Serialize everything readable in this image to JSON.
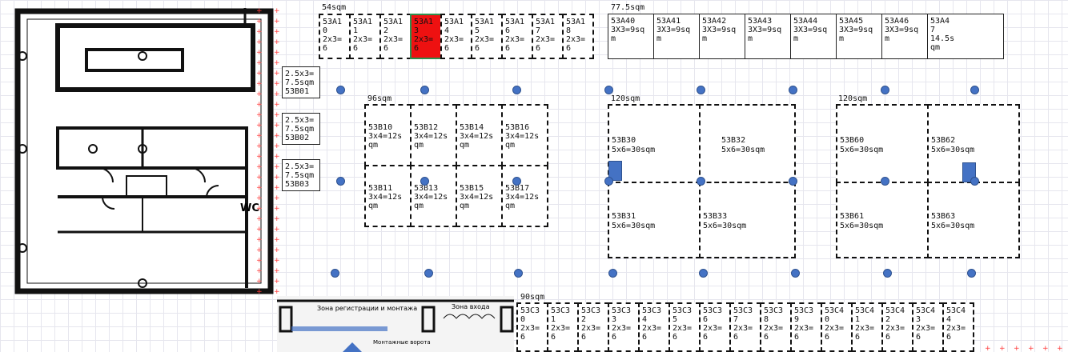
{
  "areas": {
    "a_top": "54sqm",
    "a_top_right": "77.5sqm",
    "b_left": "96sqm",
    "b_mid": "120sqm",
    "b_right": "120sqm",
    "c_bottom": "90sqm"
  },
  "row_53A_small": [
    {
      "id": "53A10",
      "text": "53A1\n0\n2x3=\n6"
    },
    {
      "id": "53A11",
      "text": "53A1\n1\n2x3=\n6"
    },
    {
      "id": "53A12",
      "text": "53A1\n2\n2x3=\n6"
    },
    {
      "id": "53A13",
      "text": "53A1\n3\n2x3=\n6",
      "selected": true
    },
    {
      "id": "53A14",
      "text": "53A1\n4\n2x3=\n6"
    },
    {
      "id": "53A15",
      "text": "53A1\n5\n2x3=\n6"
    },
    {
      "id": "53A16",
      "text": "53A1\n6\n2x3=\n6"
    },
    {
      "id": "53A17",
      "text": "53A1\n7\n2x3=\n6"
    },
    {
      "id": "53A18",
      "text": "53A1\n8\n2x3=\n6"
    }
  ],
  "row_53A_large": [
    {
      "id": "53A40",
      "text": "53A40\n3X3=9sq\nm"
    },
    {
      "id": "53A41",
      "text": "53A41\n3X3=9sq\nm"
    },
    {
      "id": "53A42",
      "text": "53A42\n3X3=9sq\nm"
    },
    {
      "id": "53A43",
      "text": "53A43\n3X3=9sq\nm"
    },
    {
      "id": "53A44",
      "text": "53A44\n3X3=9sq\nm"
    },
    {
      "id": "53A45",
      "text": "53A45\n3X3=9sq\nm"
    },
    {
      "id": "53A46",
      "text": "53A46\n3X3=9sq\nm"
    },
    {
      "id": "53A47",
      "text": "53A4\n7\n14.5s\nqm"
    }
  ],
  "col_53B0": [
    {
      "id": "53B01",
      "text": "2.5x3=\n7.5sqm\n53B01"
    },
    {
      "id": "53B02",
      "text": "2.5x3=\n7.5sqm\n53B02"
    },
    {
      "id": "53B03",
      "text": "2.5x3=\n7.5sqm\n53B03"
    }
  ],
  "grid_53B1": [
    {
      "id": "53B10",
      "text": "53B10\n3x4=12s\nqm"
    },
    {
      "id": "53B12",
      "text": "53B12\n3x4=12s\nqm"
    },
    {
      "id": "53B14",
      "text": "53B14\n3x4=12s\nqm"
    },
    {
      "id": "53B16",
      "text": "53B16\n3x4=12s\nqm"
    },
    {
      "id": "53B11",
      "text": "53B11\n3x4=12s\nqm"
    },
    {
      "id": "53B13",
      "text": "53B13\n3x4=12s\nqm"
    },
    {
      "id": "53B15",
      "text": "53B15\n3x4=12s\nqm"
    },
    {
      "id": "53B17",
      "text": "53B17\n3x4=12s\nqm"
    }
  ],
  "grid_53B3": [
    {
      "id": "53B30",
      "text": "53B30\n5x6=30sqm"
    },
    {
      "id": "53B32",
      "text": "53B32\n5x6=30sqm"
    },
    {
      "id": "53B31",
      "text": "53B31\n5x6=30sqm"
    },
    {
      "id": "53B33",
      "text": "53B33\n5x6=30sqm"
    }
  ],
  "grid_53B6": [
    {
      "id": "53B60",
      "text": "53B60\n5x6=30sqm"
    },
    {
      "id": "53B62",
      "text": "53B62\n5x6=30sqm"
    },
    {
      "id": "53B61",
      "text": "53B61\n5x6=30sqm"
    },
    {
      "id": "53B63",
      "text": "53B63\n5x6=30sqm"
    }
  ],
  "row_53C": [
    {
      "id": "53C30",
      "text": "53C3\n0\n2x3=\n6"
    },
    {
      "id": "53C31",
      "text": "53C3\n1\n2x3=\n6"
    },
    {
      "id": "53C32",
      "text": "53C3\n2\n2x3=\n6"
    },
    {
      "id": "53C33",
      "text": "53C3\n3\n2x3=\n6"
    },
    {
      "id": "53C34",
      "text": "53C3\n4\n2x3=\n6"
    },
    {
      "id": "53C35",
      "text": "53C3\n5\n2x3=\n6"
    },
    {
      "id": "53C36",
      "text": "53C3\n6\n2x3=\n6"
    },
    {
      "id": "53C37",
      "text": "53C3\n7\n2x3=\n6"
    },
    {
      "id": "53C38",
      "text": "53C3\n8\n2x3=\n6"
    },
    {
      "id": "53C39",
      "text": "53C3\n9\n2x3=\n6"
    },
    {
      "id": "53C40",
      "text": "53C4\n0\n2x3=\n6"
    },
    {
      "id": "53C41",
      "text": "53C4\n1\n2x3=\n6"
    },
    {
      "id": "53C42",
      "text": "53C4\n2\n2x3=\n6"
    },
    {
      "id": "53C43",
      "text": "53C4\n3\n2x3=\n6"
    },
    {
      "id": "53C44",
      "text": "53C4\n4\n2x3=\n6"
    }
  ],
  "plan": {
    "wc_label": "WC",
    "registration_label": "Зона регистрации и монтажа",
    "entrance_label": "Зона входа",
    "note_label": "Монтажные ворота"
  },
  "colors": {
    "selected_fill": "#ee1111",
    "selected_border": "#2f8f4e",
    "pillar": "#4472c4",
    "grid": "#e6e6ee",
    "marker": "#ff3b3b"
  },
  "icons": {
    "pillar": "pillar-icon",
    "door": "door-icon",
    "entrance_arrow": "entrance-arrow-icon"
  }
}
